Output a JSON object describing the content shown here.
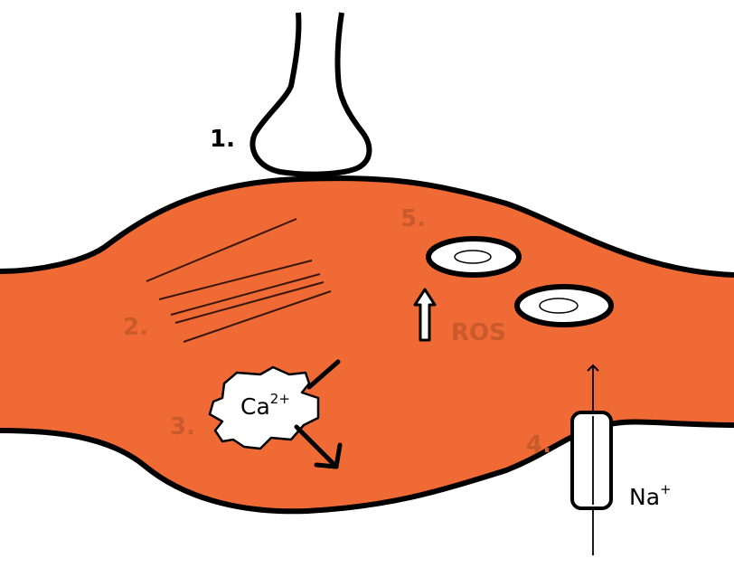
{
  "labels": {
    "n1": "1.",
    "n2": "2.",
    "n3": "3.",
    "n4": "4.",
    "n5": "5.",
    "ros": "ROS",
    "ca_base": "Ca",
    "ca_sup": "2+",
    "na_base": "Na",
    "na_sup": "+"
  },
  "colors": {
    "muscle_fill": "#f06a36",
    "muscle_text": "#c95a2c",
    "outline": "#000000",
    "vesicle_fill": "#ffffff",
    "background": "#ffffff"
  }
}
